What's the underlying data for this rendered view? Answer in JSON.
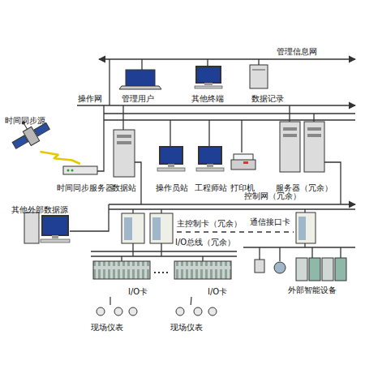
{
  "diagram": {
    "nodes": [
      {
        "text": [
          "时间同步源"
        ]
      },
      {
        "text": [
          "管理用户"
        ]
      },
      {
        "text": [
          "其他终端"
        ]
      },
      {
        "text": [
          "数据记录"
        ]
      },
      {
        "text": [
          "时间同步服务器"
        ]
      },
      {
        "text": [
          "数据站"
        ]
      },
      {
        "text": [
          "操作员站"
        ]
      },
      {
        "text": [
          "工程师站"
        ]
      },
      {
        "text": [
          "打印机"
        ]
      },
      {
        "text": [
          "服务器（冗余）"
        ]
      },
      {
        "text": [
          "其他外部数据源"
        ]
      },
      {
        "text": [
          "主控制卡（冗余）"
        ]
      },
      {
        "text": [
          "通信接口卡"
        ]
      },
      {
        "text": [
          "I/O卡"
        ]
      },
      {
        "text": [
          "I/O卡"
        ]
      },
      {
        "text": [
          "现场仪表"
        ]
      },
      {
        "text": [
          "现场仪表"
        ]
      },
      {
        "text": [
          "外部智能设备"
        ]
      }
    ],
    "edges": [
      {
        "from": 0,
        "to": 4,
        "arrow": "none"
      },
      {
        "from": 13,
        "to": 15,
        "arrow": "none"
      },
      {
        "from": 14,
        "to": 16,
        "arrow": "none"
      }
    ],
    "labels": [
      "管理信息网",
      "操作网",
      "控制网（冗余）",
      "I/O总线（冗余）"
    ]
  }
}
